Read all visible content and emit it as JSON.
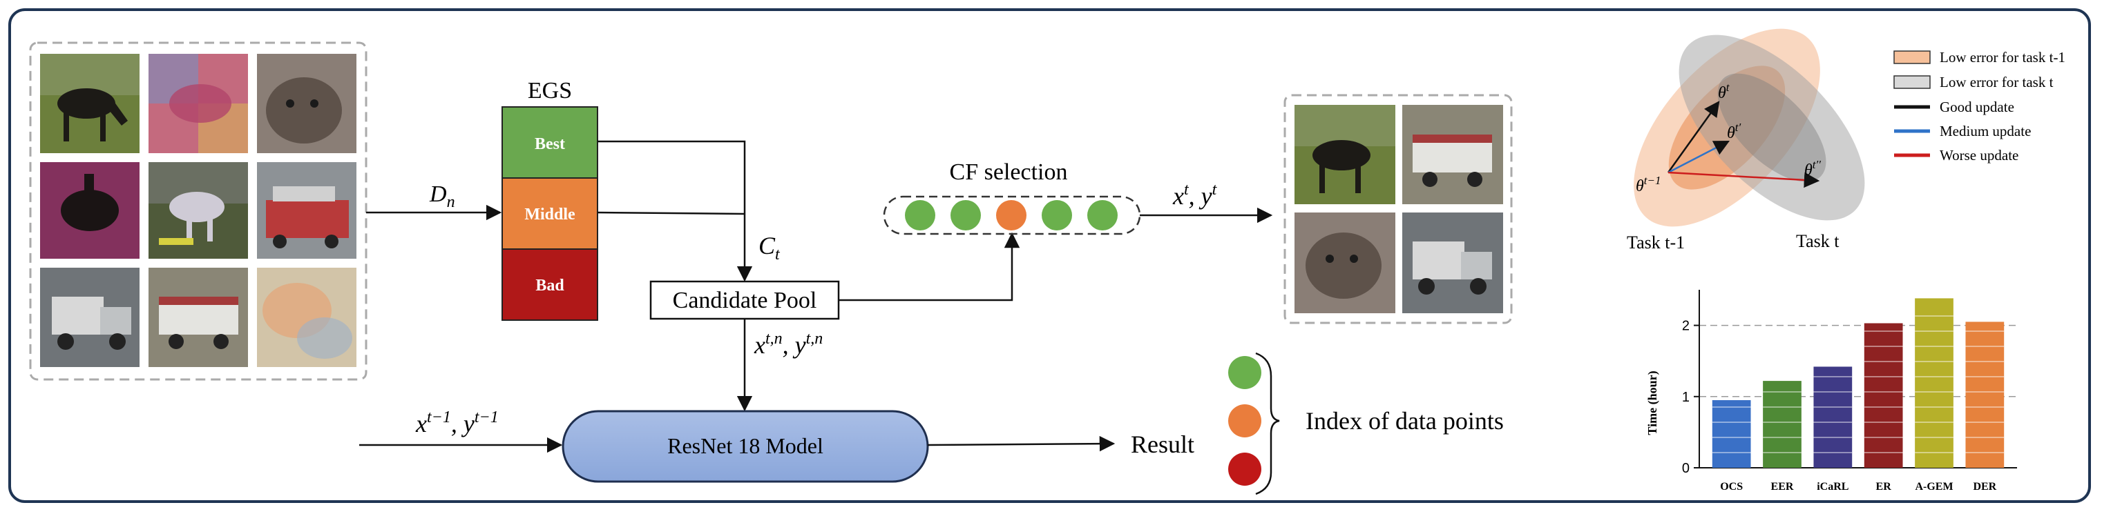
{
  "egs": {
    "title": "EGS",
    "best_label": "Best",
    "middle_label": "Middle",
    "bad_label": "Bad",
    "colors": {
      "best": "#6aa84f",
      "middle": "#e8823d",
      "bad": "#b01818"
    }
  },
  "labels": {
    "d_n": "D",
    "d_n_sub": "n",
    "c_t": "C",
    "c_t_sub": "t",
    "candidate_pool": "Candidate Pool",
    "x_tn": "x",
    "x_tn_sup": "t,n",
    "y_tn": "y",
    "y_tn_sup": "t,n",
    "cf_selection": "CF selection",
    "x_t": "x",
    "x_t_sup": "t",
    "y_t": "y",
    "y_t_sup": "t",
    "x_t1": "x",
    "x_t1_sup": "t−1",
    "y_t1": "y",
    "y_t1_sup": "t−1",
    "model": "ResNet 18 Model",
    "result": "Result",
    "index_of_data_points": "Index of data points"
  },
  "cf_dots": [
    "green",
    "green",
    "orange",
    "green",
    "green"
  ],
  "legend_dots": [
    "green",
    "orange",
    "red"
  ],
  "dot_colors": {
    "green": "#6ab04c",
    "orange": "#ea7d3c",
    "red": "#c01818"
  },
  "task_diagram": {
    "task_prev_label": "Task t-1",
    "task_curr_label": "Task t",
    "theta": "θ",
    "theta_t_sup": "t",
    "theta_prev_sup": "t−1",
    "theta_tp_sup": "t′",
    "theta_tpp_sup": "t′′",
    "legend": [
      {
        "label": "Low error for task t-1",
        "kind": "swatch",
        "color": "#f6c09a"
      },
      {
        "label": "Low error for task t",
        "kind": "swatch",
        "color": "#d9d9d9"
      },
      {
        "label": "Good update",
        "kind": "line",
        "color": "#111111"
      },
      {
        "label": "Medium update",
        "kind": "line",
        "color": "#2f73c8"
      },
      {
        "label": "Worse update",
        "kind": "line",
        "color": "#cc1d1d"
      }
    ]
  },
  "chart_data": {
    "type": "bar",
    "categories": [
      "OCS",
      "EER",
      "iCaRL",
      "ER",
      "A-GEM",
      "DER"
    ],
    "values": [
      0.95,
      1.22,
      1.42,
      2.03,
      2.38,
      2.05
    ],
    "colors": [
      "#3a70c6",
      "#4f8a36",
      "#3f3a86",
      "#8e2222",
      "#b6b02a",
      "#e6823d"
    ],
    "ylabel": "Time (hour)",
    "xlabel": "",
    "yticks": [
      0,
      1,
      2
    ],
    "ylim": [
      0,
      2.5
    ],
    "grid": "dashed at 1 and 2"
  }
}
